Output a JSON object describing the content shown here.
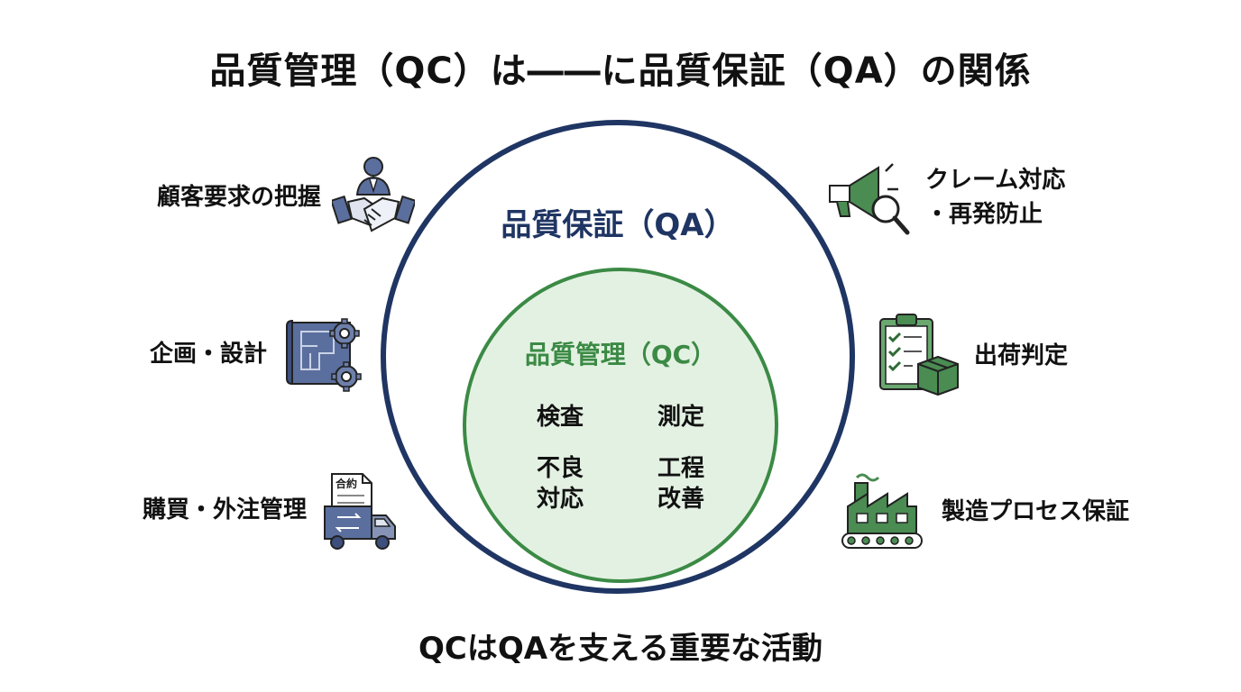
{
  "title": "品質管理（QC）は――に品質保証（QA）の関係",
  "outer_label": "品質保証（QA）",
  "inner_label": "品質管理（QC）",
  "qc_items": [
    {
      "lines": [
        "検査"
      ]
    },
    {
      "lines": [
        "測定"
      ]
    },
    {
      "lines": [
        "不良",
        "対応"
      ]
    },
    {
      "lines": [
        "工程",
        "改善"
      ]
    }
  ],
  "left_items": [
    {
      "label": "顧客要求の把握",
      "icon": "handshake-icon"
    },
    {
      "label": "企画・設計",
      "icon": "blueprint-gears-icon"
    },
    {
      "label": "購買・外注管理",
      "icon": "delivery-truck-contract-icon"
    }
  ],
  "right_items": [
    {
      "lines": [
        "クレーム対応",
        "・再発防止"
      ],
      "icon": "megaphone-magnifier-icon"
    },
    {
      "lines": [
        "出荷判定"
      ],
      "icon": "checklist-box-icon"
    },
    {
      "lines": [
        "製造プロセス保証"
      ],
      "icon": "factory-conveyor-icon"
    }
  ],
  "contract_text": "合約",
  "footer": "QCはQAを支える重要な活動",
  "colors": {
    "navy": "#1f3563",
    "green": "#3b8a45",
    "inner_fill": "#e3f1e2",
    "icon_blue": "#5b6f9e",
    "icon_green": "#4a8c52"
  }
}
